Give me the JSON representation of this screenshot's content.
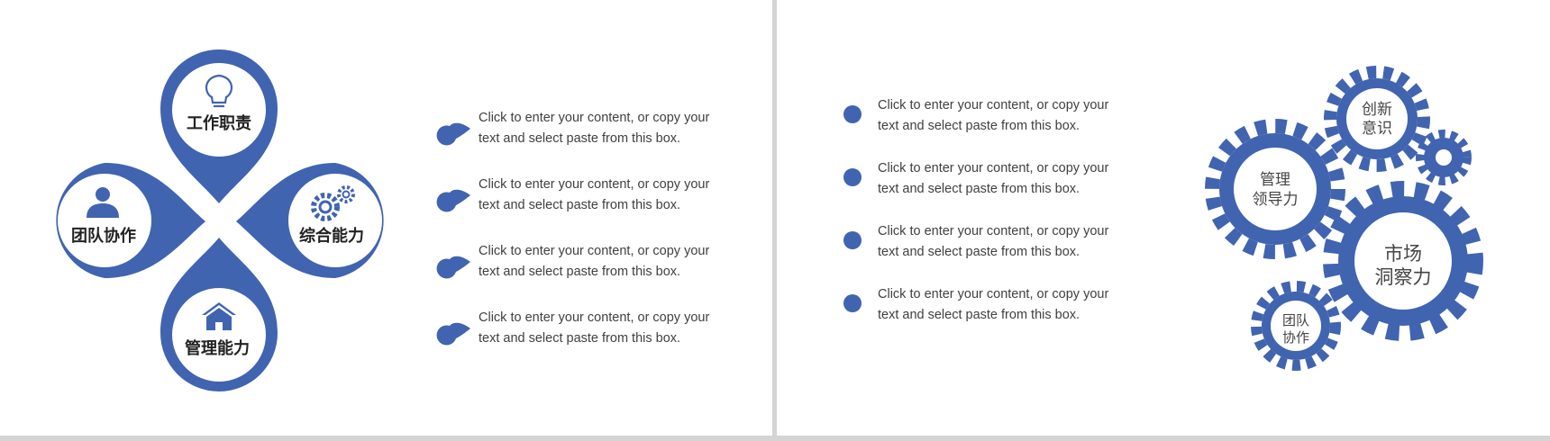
{
  "colors": {
    "accent": "#4164b0",
    "text": "#404040",
    "background": "#ffffff",
    "divider": "#d4d4d4"
  },
  "left": {
    "petals": [
      {
        "label": "工作职责",
        "icon": "lightbulb-icon"
      },
      {
        "label": "团队协作",
        "icon": "person-icon"
      },
      {
        "label": "综合能力",
        "icon": "gears-icon"
      },
      {
        "label": "管理能力",
        "icon": "house-icon"
      }
    ],
    "items": [
      {
        "line1": "Click to enter your content, or copy your",
        "line2": "text and select paste from this box."
      },
      {
        "line1": "Click to enter your content, or copy your",
        "line2": "text and select paste from this box."
      },
      {
        "line1": "Click to enter your content, or copy your",
        "line2": "text and select paste from this box."
      },
      {
        "line1": "Click to enter your content, or copy your",
        "line2": "text and select paste from this box."
      }
    ]
  },
  "right": {
    "items": [
      {
        "line1": "Click to enter your content, or copy your",
        "line2": "text and select paste from this box."
      },
      {
        "line1": "Click to enter your content, or copy your",
        "line2": "text and select paste from this box."
      },
      {
        "line1": "Click to enter your content, or copy your",
        "line2": "text and select paste from this box."
      },
      {
        "line1": "Click to enter your content, or copy your",
        "line2": "text and select paste from this box."
      }
    ],
    "gears": {
      "management": {
        "line1": "管理",
        "line2": "领导力"
      },
      "innovation": {
        "line1": "创新",
        "line2": "意识"
      },
      "market": {
        "line1": "市场",
        "line2": "洞察力"
      },
      "team": {
        "line1": "团队",
        "line2": "协作"
      },
      "small_icon": "gear-icon"
    }
  }
}
